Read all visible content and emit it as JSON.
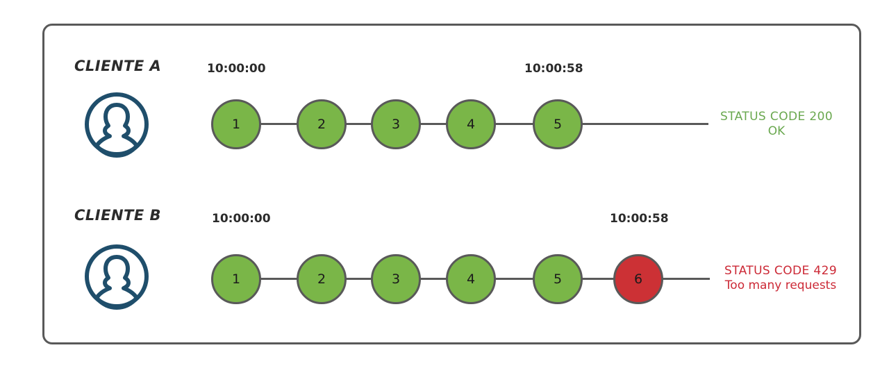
{
  "diagram": {
    "title": "rate-limit-client-comparison",
    "frame_border_color": "#595959",
    "background": "#ffffff"
  },
  "colors": {
    "green_node": "#7ab648",
    "red_node": "#cc3135",
    "node_stroke": "#595959",
    "avatar": "#1f4e6b",
    "status_ok_text": "#6aa84f",
    "status_error_text": "#cc2936",
    "label_text": "#2b2b2b"
  },
  "rows": [
    {
      "id": "client-a",
      "label": "CLIENTE A",
      "avatar_icon": "user-avatar-icon",
      "start_time": "10:00:00",
      "end_time": "10:00:58",
      "nodes": [
        {
          "number": "1",
          "state": "ok"
        },
        {
          "number": "2",
          "state": "ok"
        },
        {
          "number": "3",
          "state": "ok"
        },
        {
          "number": "4",
          "state": "ok"
        },
        {
          "number": "5",
          "state": "ok"
        }
      ],
      "status": {
        "line1": "STATUS CODE 200",
        "line2": "OK",
        "state": "ok"
      }
    },
    {
      "id": "client-b",
      "label": "CLIENTE B",
      "avatar_icon": "user-avatar-icon",
      "start_time": "10:00:00",
      "end_time": "10:00:58",
      "nodes": [
        {
          "number": "1",
          "state": "ok"
        },
        {
          "number": "2",
          "state": "ok"
        },
        {
          "number": "3",
          "state": "ok"
        },
        {
          "number": "4",
          "state": "ok"
        },
        {
          "number": "5",
          "state": "ok"
        },
        {
          "number": "6",
          "state": "error"
        }
      ],
      "status": {
        "line1": "STATUS CODE 429",
        "line2": "Too many requests",
        "state": "error"
      }
    }
  ]
}
